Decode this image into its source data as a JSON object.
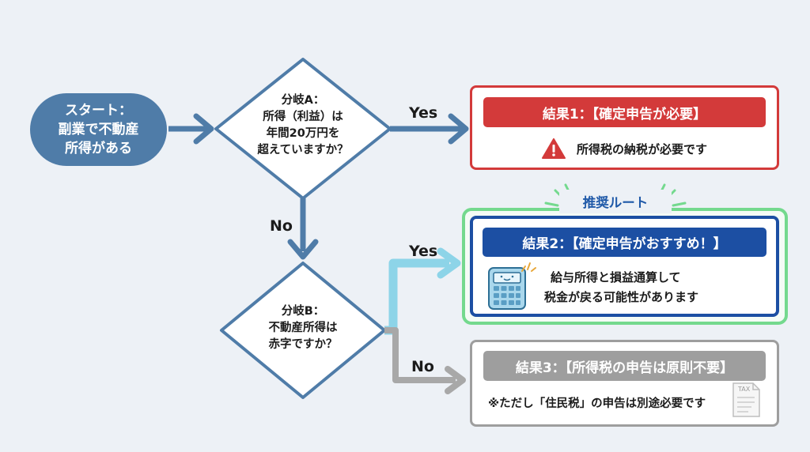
{
  "start": {
    "line1": "スタート：",
    "line2": "副業で不動産",
    "line3": "所得がある"
  },
  "branch_a": {
    "line1": "分岐A：",
    "line2": "所得（利益）は",
    "line3": "年間20万円を",
    "line4": "超えていますか？"
  },
  "branch_b": {
    "line1": "分岐B：",
    "line2": "不動産所得は",
    "line3": "赤字ですか？"
  },
  "labels": {
    "a_yes": "Yes",
    "a_no": "No",
    "b_yes": "Yes",
    "b_no": "No"
  },
  "result1": {
    "title": "結果1：【確定申告が必要】",
    "body": "所得税の納税が必要です",
    "icon": "warning-icon",
    "color": "#d33a3a"
  },
  "recommended": {
    "label": "推奨ルート",
    "color": "#74d98e"
  },
  "result2": {
    "title": "結果2：【確定申告がおすすめ！】",
    "body_line1": "給与所得と損益通算して",
    "body_line2": "税金が戻る可能性があります",
    "icon": "calculator-icon",
    "color": "#1c4fa3"
  },
  "result3": {
    "title": "結果3：【所得税の申告は原則不要】",
    "body": "※ただし「住民税」の申告は別途必要です",
    "icon": "tax-document-icon",
    "icon_text": "TAX",
    "color": "#9e9e9e"
  }
}
